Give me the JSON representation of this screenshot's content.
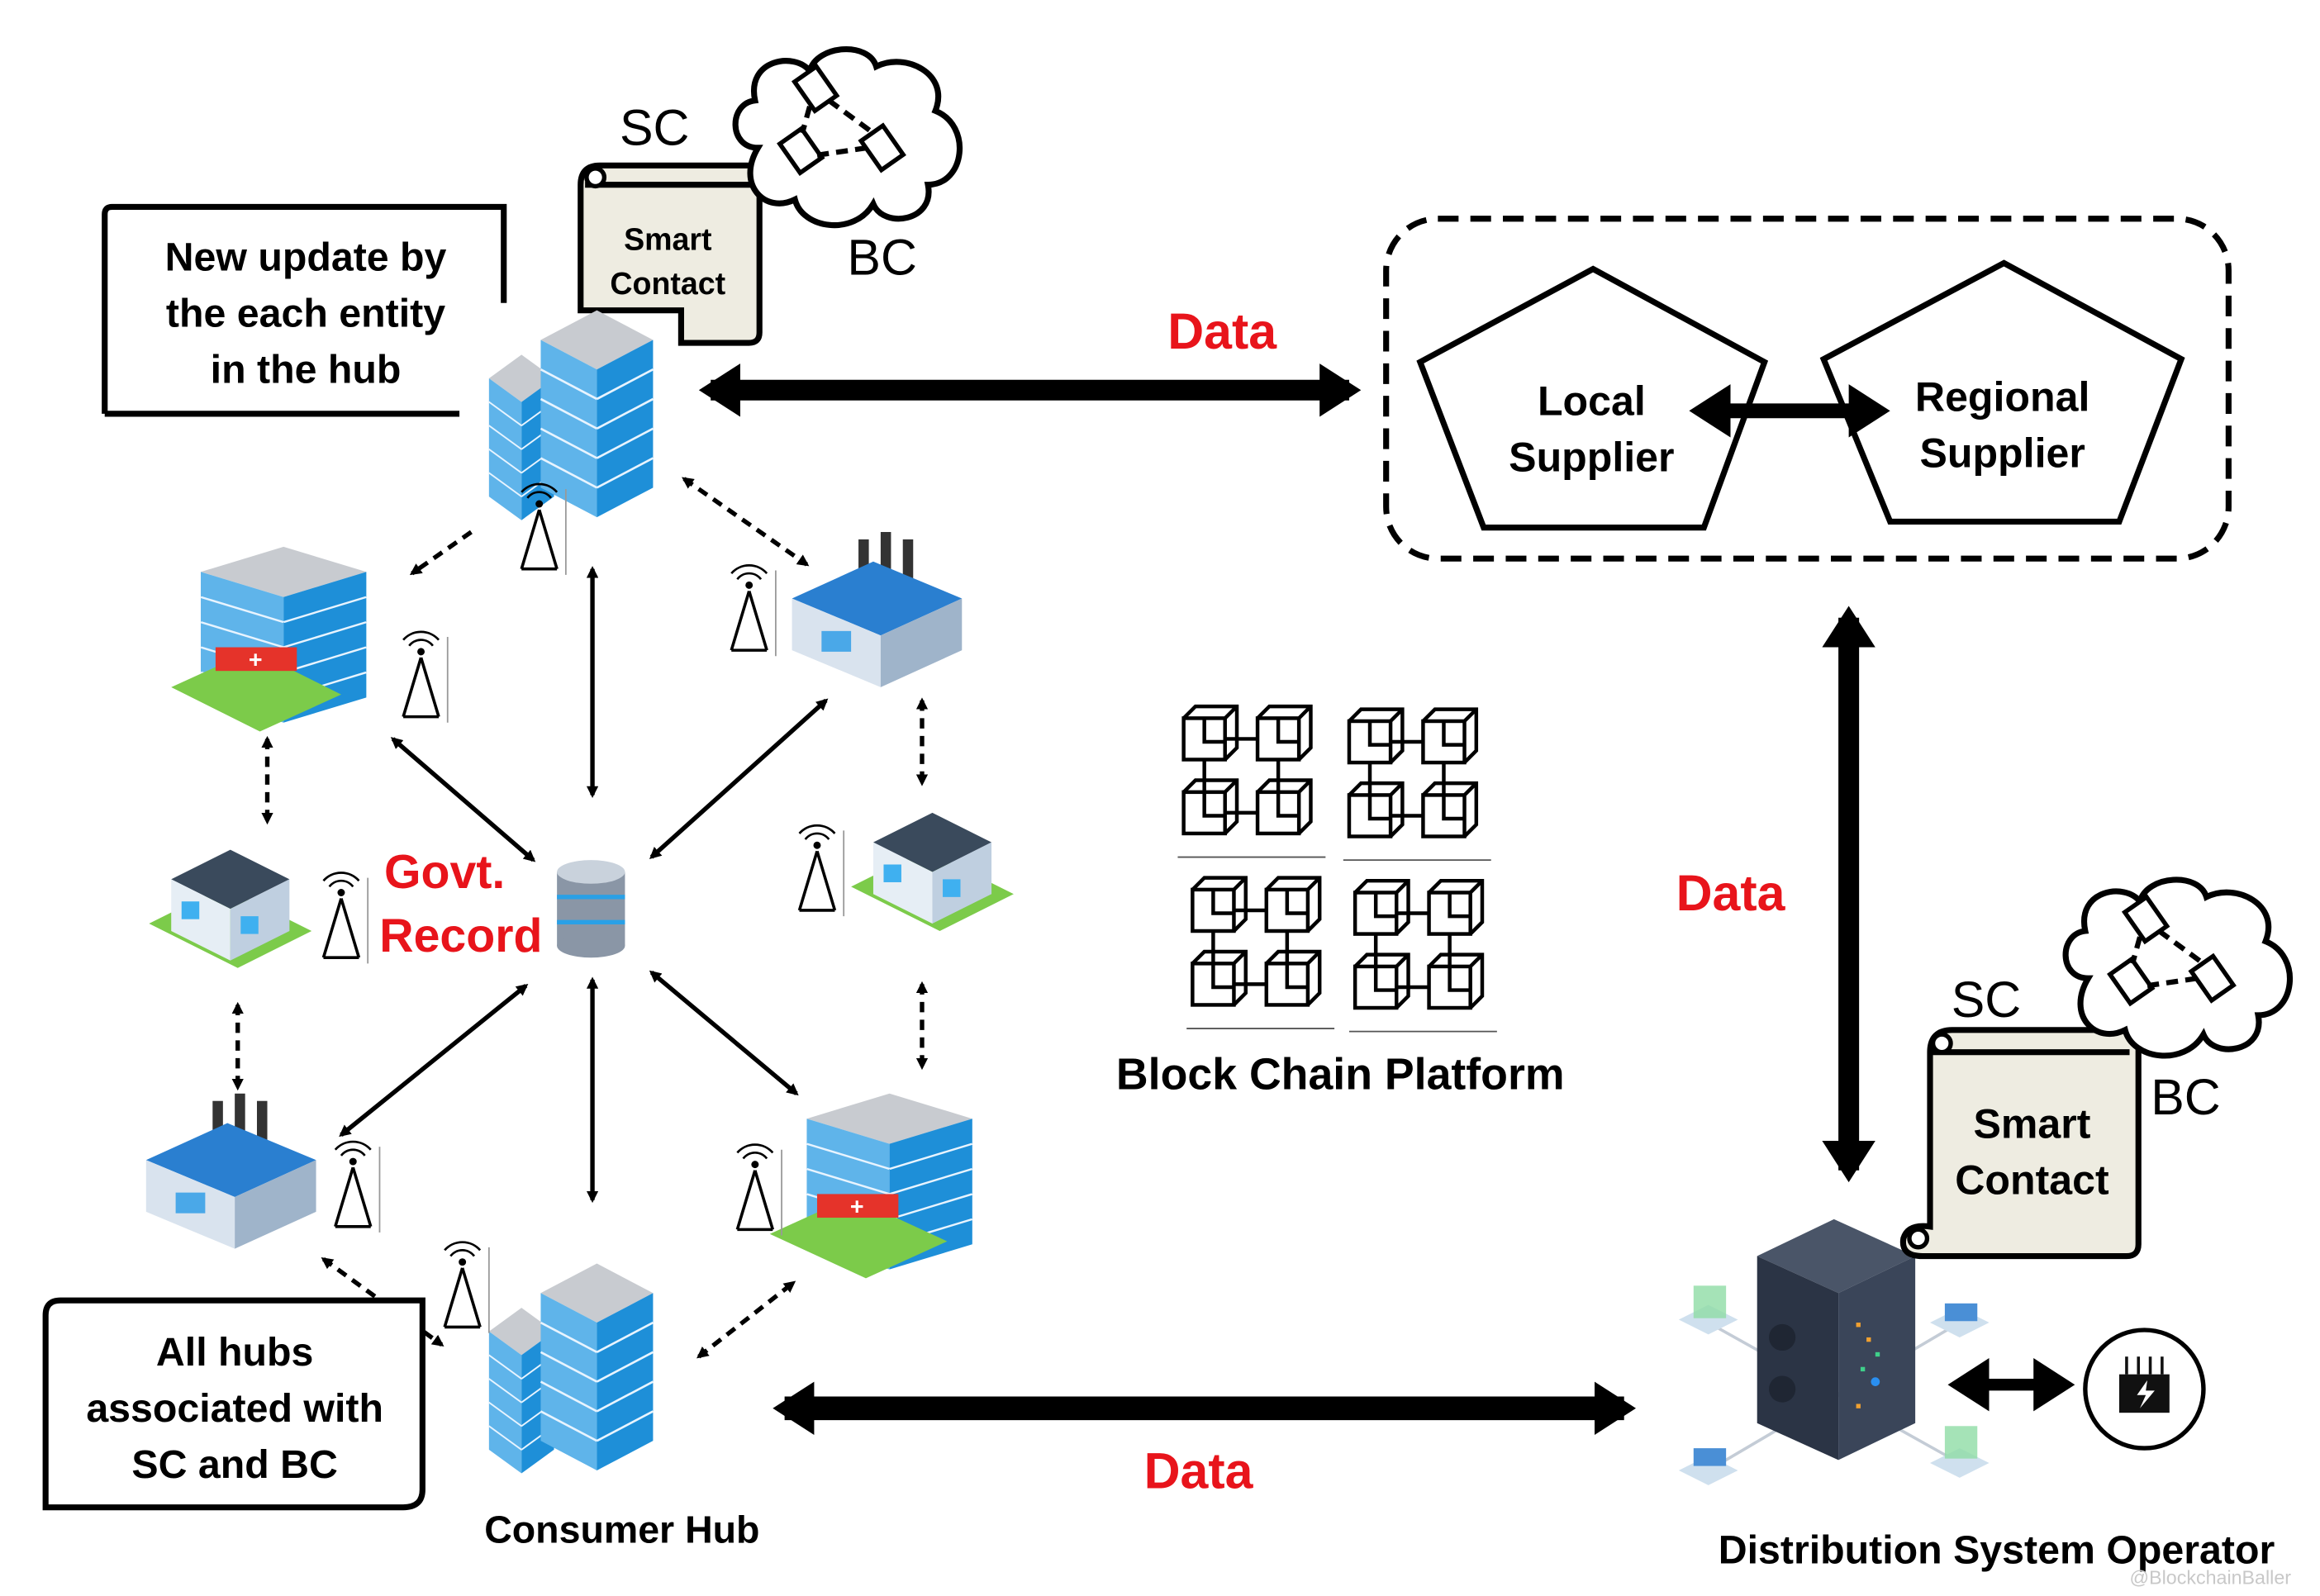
{
  "notes": {
    "top": [
      "New update by",
      "the each entity",
      "in the hub"
    ],
    "bottom": [
      "All hubs",
      "associated with",
      "SC and BC"
    ]
  },
  "top_contract": {
    "sc_label": "SC",
    "bc_label": "BC",
    "scroll_lines": [
      "Smart",
      "Contact"
    ]
  },
  "dso_contract": {
    "sc_label": "SC",
    "bc_label": "BC",
    "scroll_lines": [
      "Smart",
      "Contact"
    ]
  },
  "data_labels": {
    "top": "Data",
    "right": "Data",
    "bottom": "Data"
  },
  "suppliers": {
    "local": [
      "Local",
      "Supplier"
    ],
    "regional": [
      "Regional",
      "Supplier"
    ]
  },
  "govt_record": [
    "Govt.",
    "Record"
  ],
  "blockchain_label": "Block Chain Platform",
  "consumer_hub_label": "Consumer Hub",
  "dso_label": "Distribution System Operator",
  "watermark": "@BlockchainBaller",
  "colors": {
    "accent_red": "#e8141b",
    "scroll_fill": "#eeece1",
    "building_blue": "#1e8fd8",
    "server_dark": "#2b3445"
  },
  "icons": [
    "office-building-icon",
    "hospital-icon",
    "factory-icon",
    "house-icon",
    "antenna-tower-icon",
    "database-icon",
    "server-icon",
    "cloud-blockchain-icon",
    "scroll-icon",
    "transformer-icon",
    "blockchain-cubes-icon"
  ]
}
